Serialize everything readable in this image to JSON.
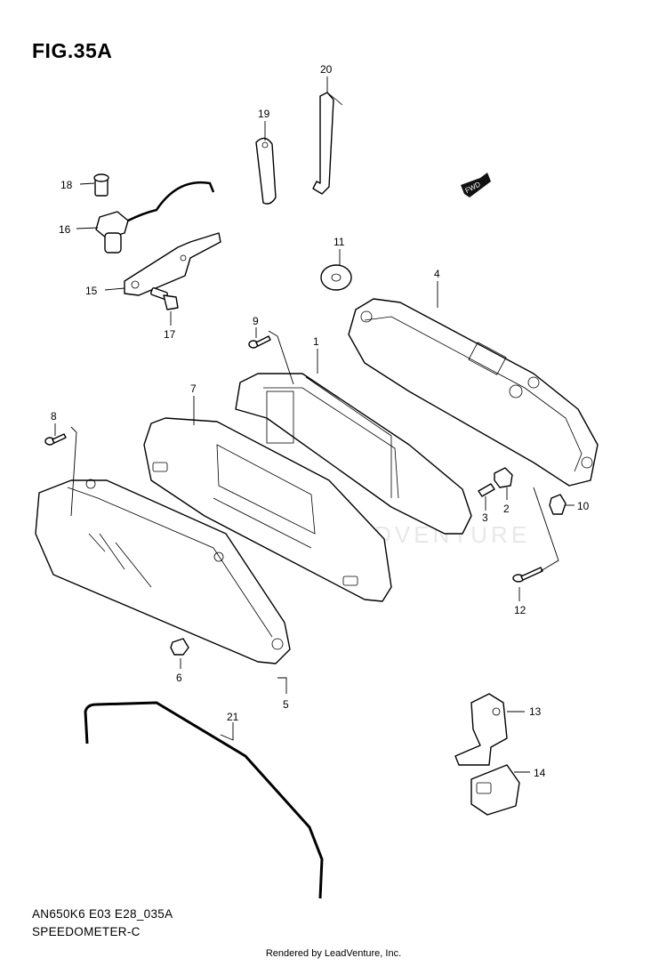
{
  "figure": {
    "title": "FIG.35A"
  },
  "watermark": "LEADVENTURE",
  "fwd_arrow": {
    "label": "FWD"
  },
  "callouts": [
    "1",
    "2",
    "3",
    "4",
    "5",
    "6",
    "7",
    "8",
    "9",
    "10",
    "11",
    "12",
    "13",
    "14",
    "15",
    "16",
    "17",
    "18",
    "19",
    "20",
    "21"
  ],
  "footer": {
    "code": "AN650K6 E03 E28_035A",
    "name": "SPEEDOMETER-C",
    "credit": "Rendered by LeadVenture, Inc."
  }
}
